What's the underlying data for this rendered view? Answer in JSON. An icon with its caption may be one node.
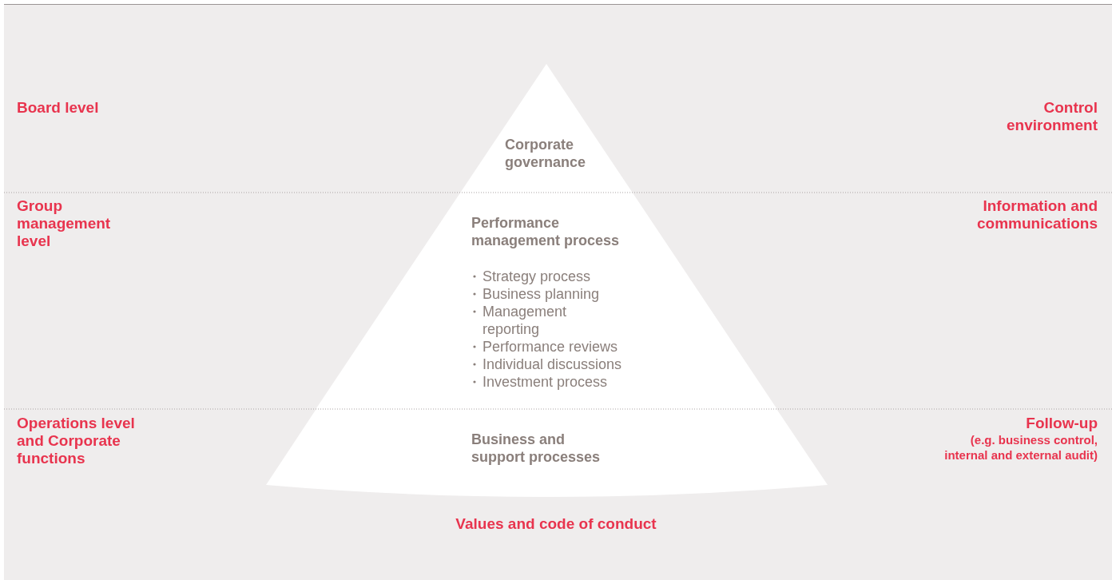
{
  "diagram": {
    "nodes": [
      {
        "text": [
          "Corporate governance"
        ]
      },
      {
        "text": [
          "Performance management process",
          "Strategy process",
          "Business planning",
          "Management reporting",
          "Performance reviews",
          "Individual discussions",
          "Investment process"
        ]
      },
      {
        "text": [
          "Business and support processes"
        ]
      }
    ],
    "labels": [
      "Board level",
      "Control environment",
      "Group management level",
      "Information and communications",
      "Operations level and Corporate functions",
      "Follow-up",
      "(e.g. business control, internal and external audit)",
      "Values and code of conduct"
    ]
  }
}
